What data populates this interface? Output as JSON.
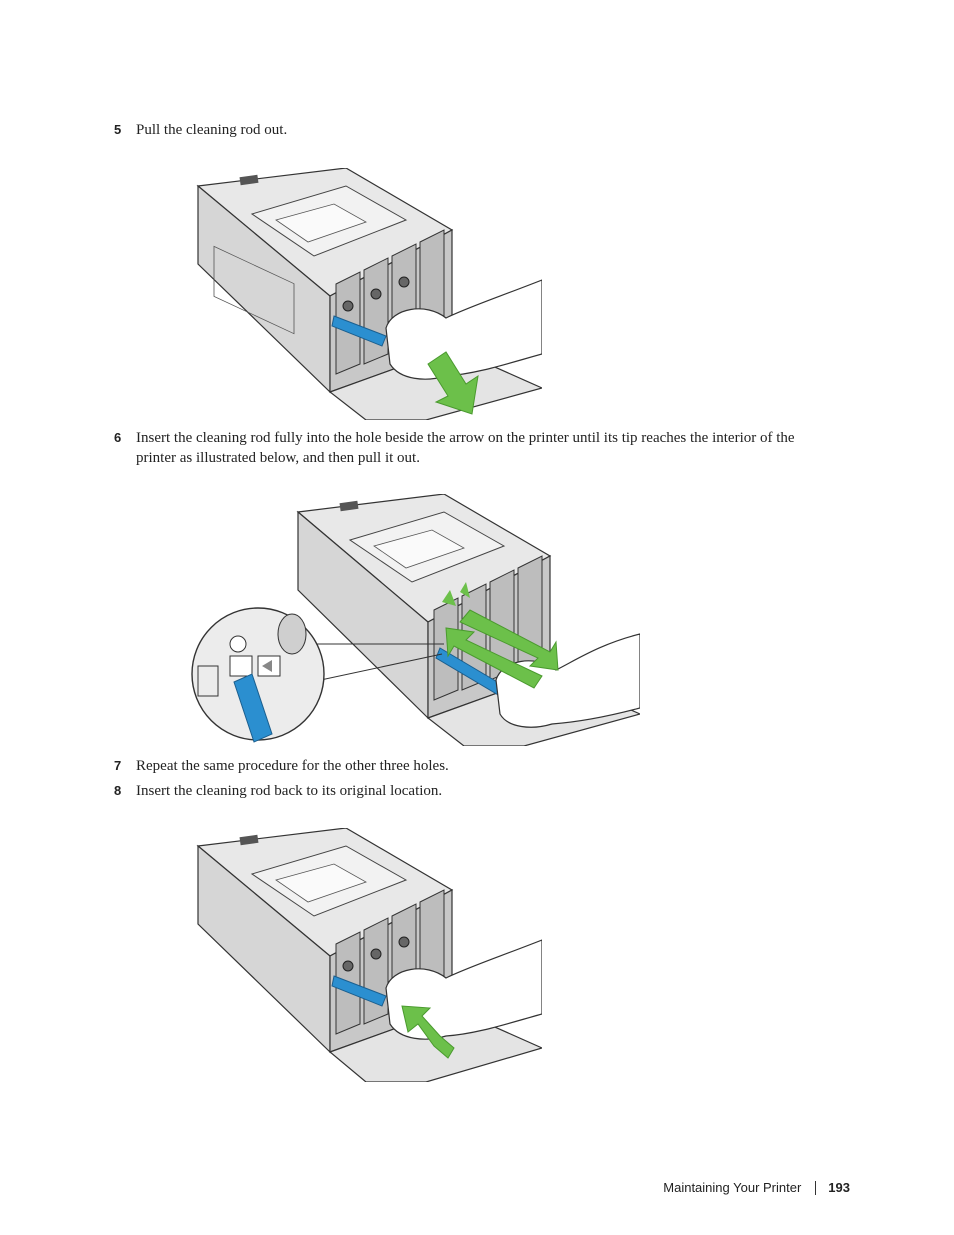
{
  "steps": [
    {
      "num": "5",
      "text": "Pull the cleaning rod out."
    },
    {
      "num": "6",
      "text_line1": "Insert the cleaning rod fully into the hole beside the arrow on the printer until its tip reaches the interior of the",
      "text_line2": "printer as illustrated below, and then pull it out."
    },
    {
      "num": "7",
      "text": "Repeat the same procedure for the other three holes."
    },
    {
      "num": "8",
      "text": "Insert the cleaning rod back to its original location."
    }
  ],
  "footer": {
    "section": "Maintaining Your Printer",
    "page": "193"
  },
  "colors": {
    "rod": "#2b8fd0",
    "arrow": "#6cc04a",
    "outline": "#333333",
    "printer_face": "#dcdcdc"
  }
}
